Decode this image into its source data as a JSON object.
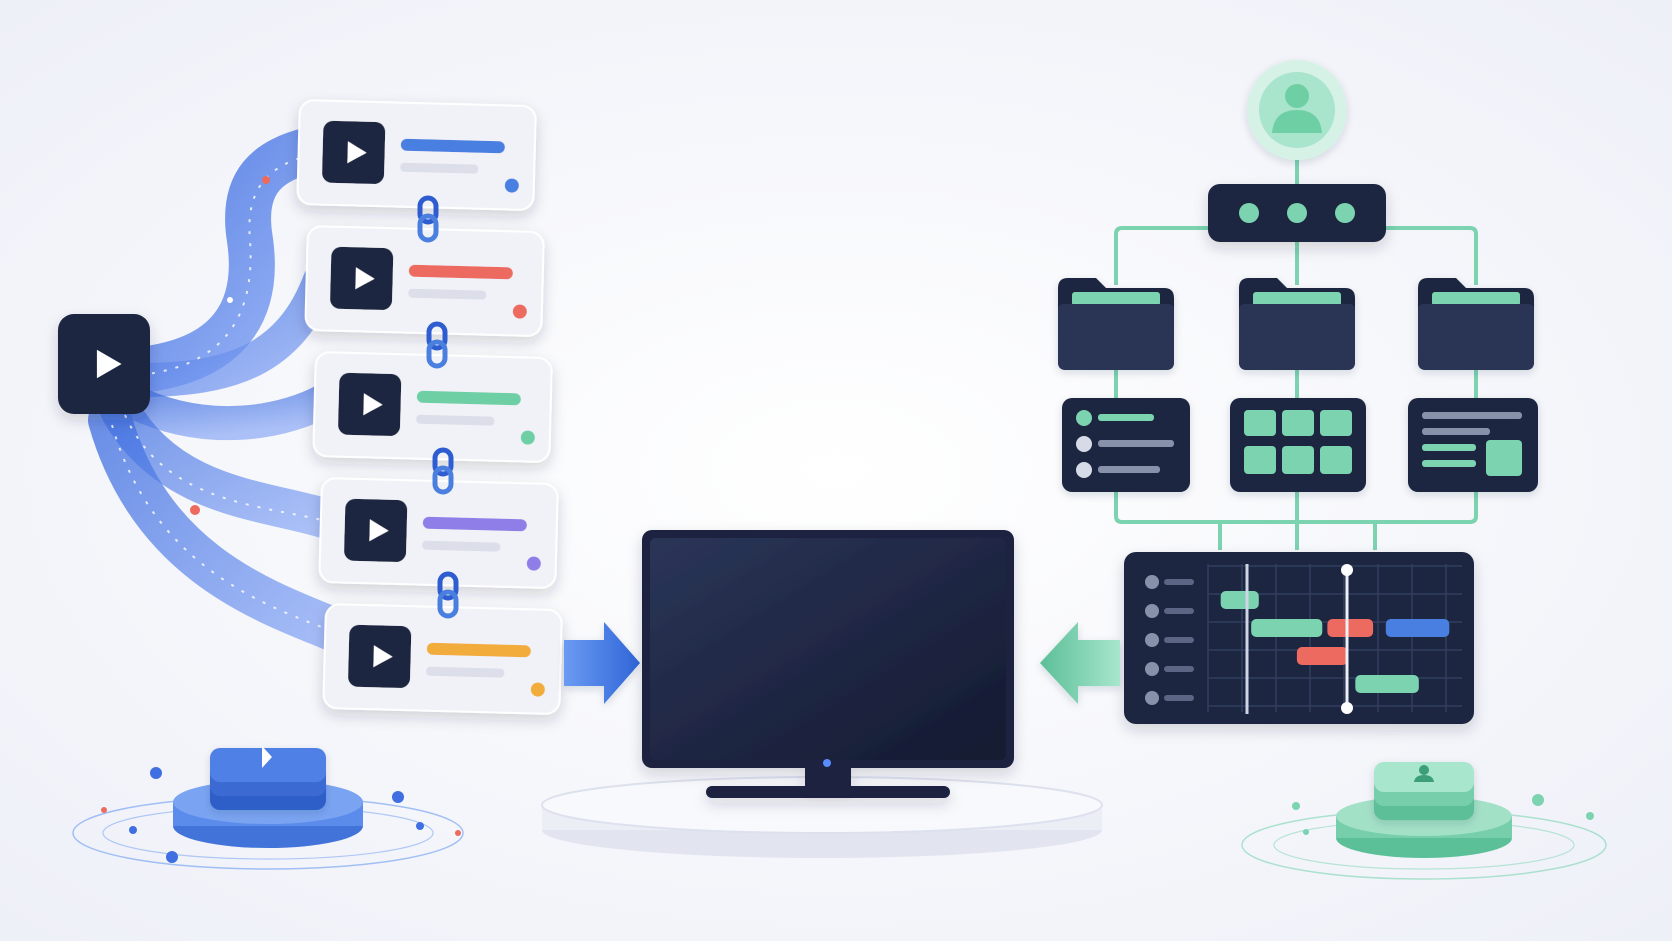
{
  "colors": {
    "navy": "#1e2640",
    "navy_light": "#2a3454",
    "blue": "#4a7fe0",
    "red": "#ec6a5e",
    "green": "#6ecfa5",
    "purple": "#8f7ee8",
    "orange": "#f2ac3a",
    "teal": "#7bd3b0",
    "card": "#f1f2f7",
    "stream": "#5f8ff0"
  },
  "playlist": {
    "cards": [
      {
        "accent": "blue"
      },
      {
        "accent": "red"
      },
      {
        "accent": "green"
      },
      {
        "accent": "purple"
      },
      {
        "accent": "orange"
      }
    ]
  },
  "icons": {
    "play": "play-icon",
    "link": "chain-link-icon",
    "user": "user-icon",
    "folder": "folder-icon",
    "list": "list-icon",
    "grid": "grid-icon",
    "text": "text-layout-icon",
    "stack": "stacked-layers-icon"
  },
  "timeline": {
    "bars": [
      {
        "row": 0,
        "start": 0.05,
        "end": 0.2,
        "color": "teal"
      },
      {
        "row": 1,
        "start": 0.17,
        "end": 0.45,
        "color": "teal"
      },
      {
        "row": 1,
        "start": 0.47,
        "end": 0.65,
        "color": "red"
      },
      {
        "row": 1,
        "start": 0.7,
        "end": 0.95,
        "color": "blue"
      },
      {
        "row": 2,
        "start": 0.35,
        "end": 0.55,
        "color": "red"
      },
      {
        "row": 3,
        "start": 0.58,
        "end": 0.83,
        "color": "teal"
      }
    ]
  }
}
